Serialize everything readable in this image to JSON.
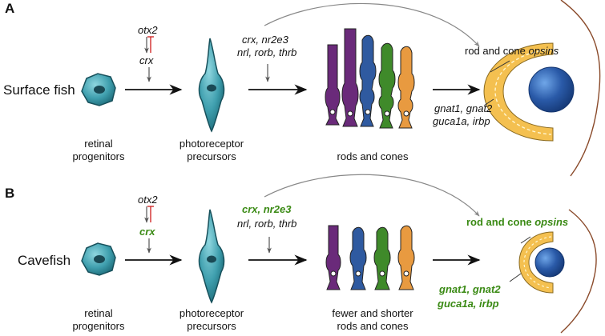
{
  "colors": {
    "green_label": "#3a8a14",
    "cell_body": "#3f9fae",
    "nucleus": "#1a4a55",
    "eye_yellow": "#f4c050",
    "lens_blue": "#2a5aa8",
    "inhibit_red": "#d12a2a",
    "outline_brown": "#8a4a2a",
    "rod_purple": "#6a2a7a",
    "cone_blue": "#2f5aa0",
    "cone_green": "#3f8a2a",
    "cone_orange": "#e89a40"
  },
  "panels": [
    {
      "letter": "A",
      "row_label": "Surface fish",
      "regulators": {
        "top": "otx2",
        "bottom": "crx"
      },
      "tf_label": {
        "line1": "crx, nr2e3",
        "line2": "nrl, rorb, thrb"
      },
      "opsin_label": {
        "prefix": "rod and cone ",
        "italic": "opsins"
      },
      "genes": {
        "line1": "gnat1, gnat2",
        "line2": "guca1a, irbp"
      },
      "stages": {
        "progenitors": [
          "retinal",
          "progenitors"
        ],
        "precursors": [
          "photoreceptor",
          "precursors"
        ],
        "photoreceptors": [
          "rods and cones"
        ]
      }
    },
    {
      "letter": "B",
      "row_label": "Cavefish",
      "regulators": {
        "top": "otx2",
        "bottom": "crx"
      },
      "tf_label": {
        "line1": "crx, nr2e3",
        "line2": "nrl, rorb, thrb"
      },
      "opsin_label": {
        "prefix": "rod and cone ",
        "italic": "opsins"
      },
      "genes": {
        "line1": "gnat1, gnat2",
        "line2": "guca1a, irbp"
      },
      "stages": {
        "progenitors": [
          "retinal",
          "progenitors"
        ],
        "precursors": [
          "photoreceptor",
          "precursors"
        ],
        "photoreceptors": [
          "fewer and shorter",
          "rods and cones"
        ]
      }
    }
  ]
}
